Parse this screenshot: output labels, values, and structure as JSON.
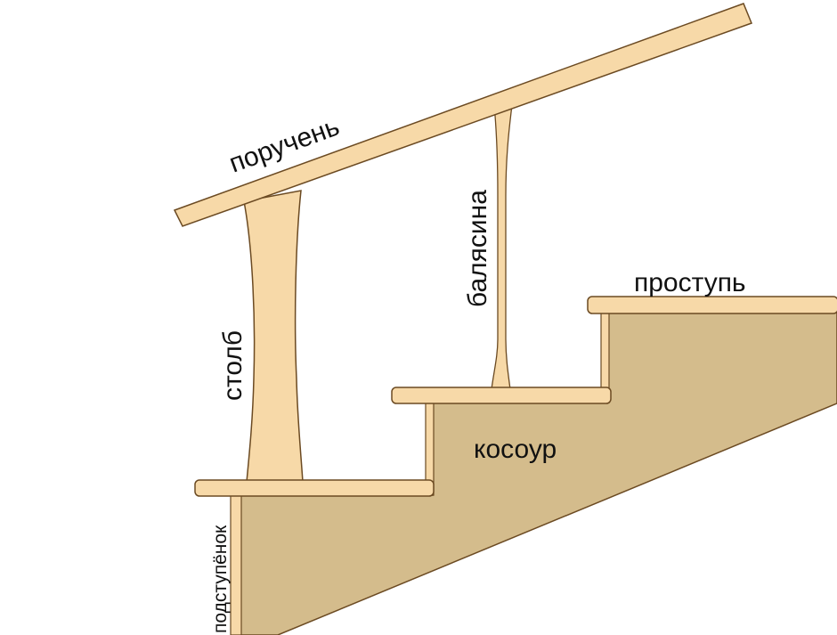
{
  "labels": {
    "handrail": "поручень",
    "baluster": "балясина",
    "tread": "проступь",
    "post": "столб",
    "stringer": "косоур",
    "riser": "подступёнок"
  },
  "colors": {
    "wood_light": "#f7d9a8",
    "stringer_fill": "#d4bc8c",
    "outline": "#6b4a22",
    "text": "#111111",
    "background": "#ffffff"
  }
}
